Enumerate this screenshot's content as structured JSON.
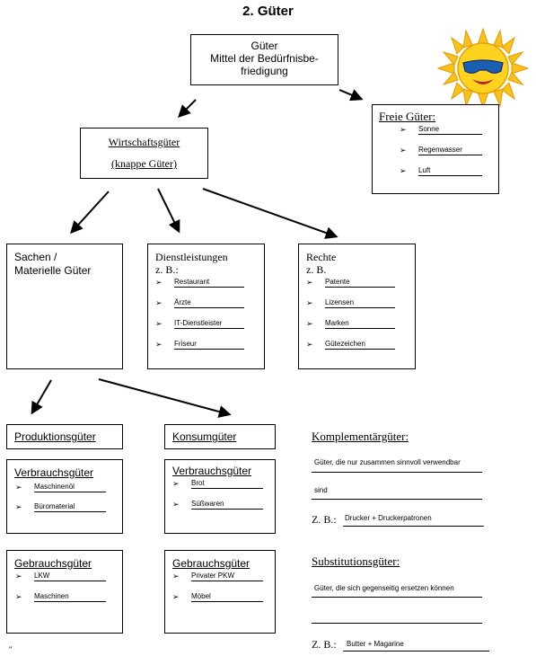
{
  "title": "2. Güter",
  "goods_box": {
    "line1": "Güter",
    "line2": "Mittel der Bedürfnisbe-",
    "line3": "friedigung"
  },
  "free_goods": {
    "heading": "Freie Güter:",
    "items": [
      "Sonne",
      "Regenwasser",
      "Luft"
    ]
  },
  "economic_goods": {
    "line1": "Wirtschaftsgüter",
    "line2": "(knappe Güter)"
  },
  "material_goods": {
    "line1": "Sachen /",
    "line2": "Materielle Güter"
  },
  "services": {
    "line1": "Dienstleistungen",
    "line2": "z. B.:",
    "items": [
      "Restaurant",
      "Ärzte",
      "IT-Dienstleister",
      "Friseur"
    ]
  },
  "rights": {
    "line1": "Rechte",
    "line2": "z. B.",
    "items": [
      "Patente",
      "Lizensen",
      "Marken",
      "Gütezeichen"
    ]
  },
  "production_goods": {
    "label": "Produktionsgüter"
  },
  "consumer_goods": {
    "label": "Konsumgüter"
  },
  "prod_consumables": {
    "heading": "Verbrauchsgüter",
    "items": [
      "Maschinenöl",
      "Büromaterial"
    ]
  },
  "prod_durables": {
    "heading": "Gebrauchsgüter",
    "items": [
      "LKW",
      "Maschinen"
    ]
  },
  "cons_consumables": {
    "heading": "Verbrauchsgüter",
    "items": [
      "Brot",
      "Süßwaren"
    ]
  },
  "cons_durables": {
    "heading": "Gebrauchsgüter",
    "items": [
      "Privater PKW",
      "Möbel"
    ]
  },
  "complementary": {
    "heading": "Komplementärgüter:",
    "line1": "Güter, die nur zusammen sinnvoll verwendbar",
    "line2": "sind",
    "example_prefix": "Z. B.:",
    "example": "Drucker + Druckerpatronen"
  },
  "substitute": {
    "heading": "Substitutionsgüter:",
    "line1": "Güter, die sich gegenseitig ersetzen können",
    "example_prefix": "Z. B.:",
    "example": "Butter + Magarine"
  },
  "bullet_glyph": "➢",
  "footer_mark": "\""
}
